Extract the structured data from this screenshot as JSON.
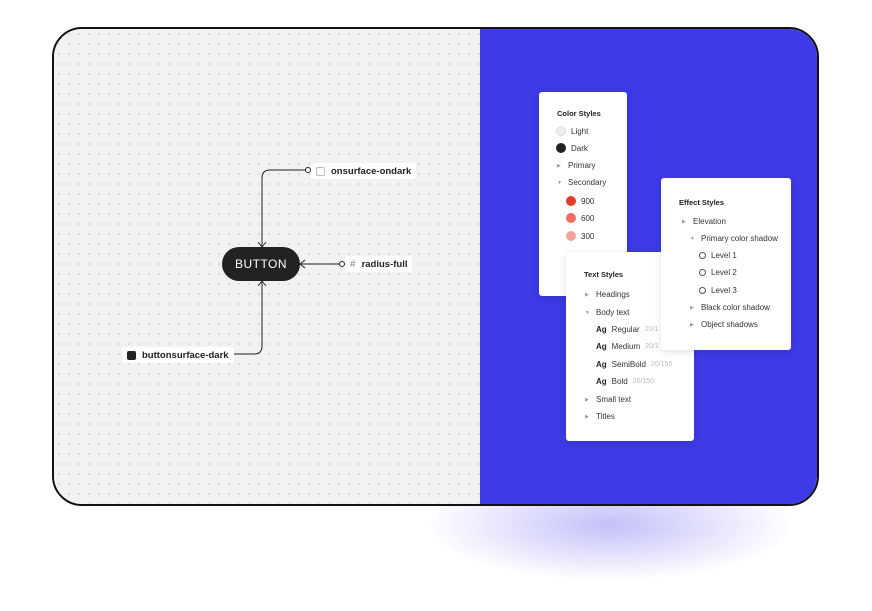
{
  "colors": {
    "canvas_bg": "#f2f2f2",
    "accent_bg": "#3d3ae6",
    "pill_bg": "#222222",
    "red_900": "#e43a2b",
    "red_600": "#f06c62",
    "red_300": "#f5a19b"
  },
  "canvas": {
    "button_label": "BUTTON",
    "tags": {
      "top": "onsurface-ondark",
      "right": "radius-full",
      "right_symbol": "#",
      "bottom": "buttonsurface-dark"
    }
  },
  "color_styles": {
    "title": "Color Styles",
    "items": [
      {
        "label": "Light",
        "swatch": "light"
      },
      {
        "label": "Dark",
        "swatch": "dark"
      },
      {
        "label": "Primary",
        "expanded": false
      },
      {
        "label": "Secondary",
        "expanded": true
      },
      {
        "label": "900",
        "swatch": "red_900"
      },
      {
        "label": "600",
        "swatch": "red_600"
      },
      {
        "label": "300",
        "swatch": "red_300"
      }
    ]
  },
  "text_styles": {
    "title": "Text Styles",
    "headings": "Headings",
    "body_text": "Body text",
    "ag": "Ag",
    "weights": [
      {
        "name": "Regular",
        "meta": "20/1"
      },
      {
        "name": "Medium",
        "meta": "20/1"
      },
      {
        "name": "SemiBold",
        "meta": "20/150"
      },
      {
        "name": "Bold",
        "meta": "20/150"
      }
    ],
    "small_text": "Small text",
    "titles": "Titles"
  },
  "effect_styles": {
    "title": "Effect Styles",
    "elevation": "Elevation",
    "primary_shadow": "Primary color shadow",
    "levels": [
      "Level 1",
      "Level 2",
      "Level 3"
    ],
    "black_shadow": "Black color shadow",
    "object_shadows": "Object shadows"
  }
}
